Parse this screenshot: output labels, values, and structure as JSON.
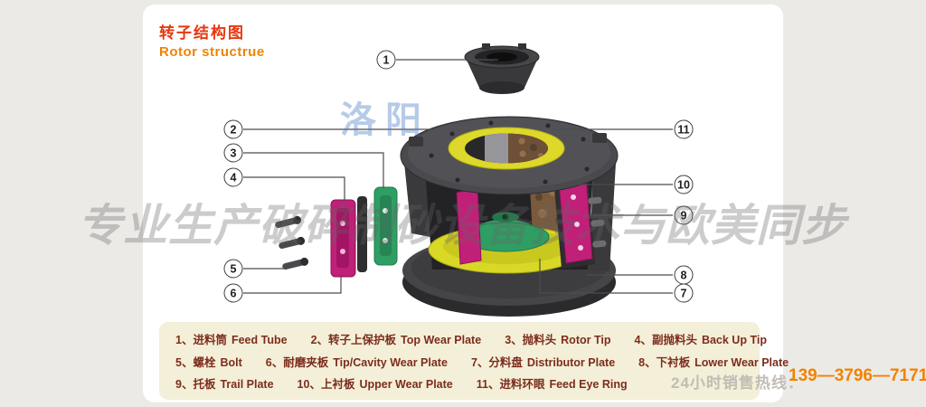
{
  "header": {
    "title_cn": "转子结构图",
    "title_en": "Rotor structrue"
  },
  "callouts": [
    "1",
    "2",
    "3",
    "4",
    "5",
    "6",
    "7",
    "8",
    "9",
    "10",
    "11"
  ],
  "legend": {
    "items": [
      {
        "num": "1、",
        "cn": "进料筒",
        "en": "Feed Tube"
      },
      {
        "num": "2、",
        "cn": "转子上保护板",
        "en": "Top Wear Plate"
      },
      {
        "num": "3、",
        "cn": "抛料头",
        "en": "Rotor Tip"
      },
      {
        "num": "4、",
        "cn": "副抛料头",
        "en": "Back Up Tip"
      },
      {
        "num": "5、",
        "cn": "螺栓",
        "en": "Bolt"
      },
      {
        "num": "6、",
        "cn": "耐磨夹板",
        "en": "Tip/Cavity Wear Plate"
      },
      {
        "num": "7、",
        "cn": "分料盘",
        "en": "Distributor Plate"
      },
      {
        "num": "8、",
        "cn": "下衬板",
        "en": "Lower Wear Plate"
      },
      {
        "num": "9、",
        "cn": "托板",
        "en": "Trail Plate"
      },
      {
        "num": "10、",
        "cn": "上衬板",
        "en": "Upper Wear Plate"
      },
      {
        "num": "11、",
        "cn": "进料环眼",
        "en": "Feed Eye Ring"
      }
    ]
  },
  "watermarks": {
    "main": "专业生产破碎制砂设备技术与欧美同步",
    "blue": "洛阳"
  },
  "hotline": {
    "label": "24小时销售热线：",
    "phone": "139—3796—7171"
  },
  "colors": {
    "title_red": "#e5380f",
    "title_orange": "#f08300",
    "legend_bg": "#f4efd8",
    "legend_text": "#7c2d1d",
    "phone_orange": "#f08300",
    "part_magenta": "#c12079",
    "part_yellow": "#d9d826",
    "part_green": "#2f9e63"
  }
}
